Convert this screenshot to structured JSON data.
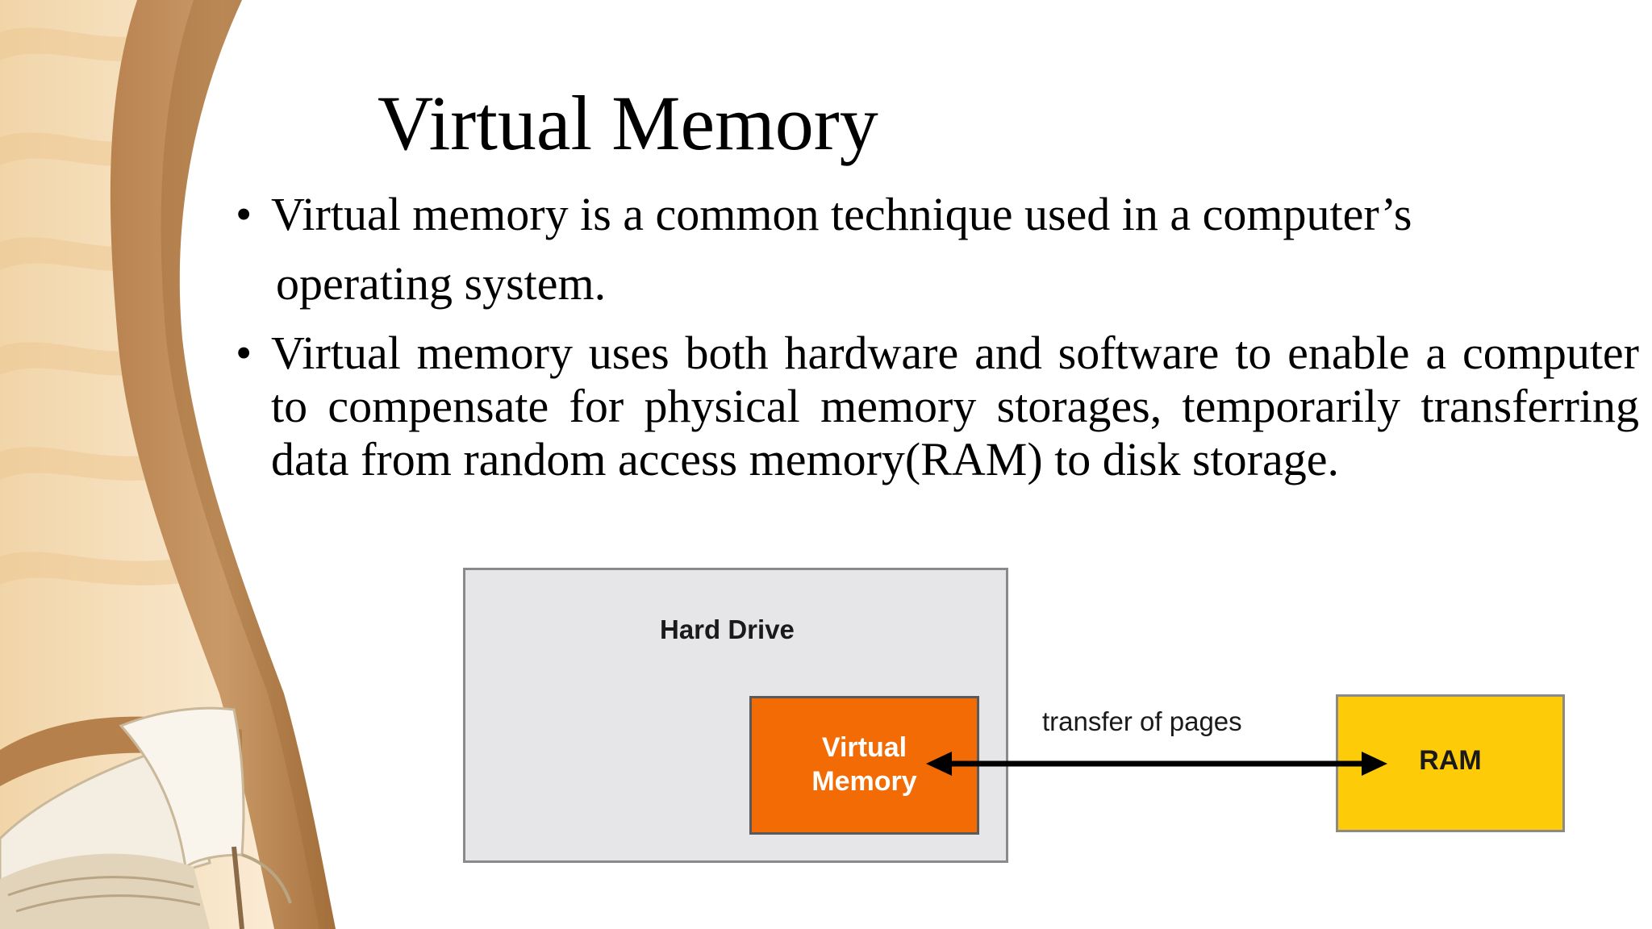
{
  "slide": {
    "title": "Virtual Memory",
    "bullets": [
      {
        "line1": "Virtual memory is a common technique used in a computer’s",
        "line2": "operating system."
      },
      {
        "text": "Virtual memory uses both hardware and software to enable a computer to compensate for physical memory storages, temporarily transferring data from random access memory(RAM) to disk storage."
      }
    ],
    "bullet_symbol": "•"
  },
  "diagram": {
    "hard_drive_label": "Hard Drive",
    "virtual_memory_label": "Virtual\nMemory",
    "ram_label": "RAM",
    "transfer_label": "transfer of pages",
    "colors": {
      "hard_drive_fill": "#e6e5e7",
      "virtual_memory_fill": "#f26b04",
      "ram_fill": "#fdcb08",
      "arrow": "#000000"
    }
  },
  "background": {
    "decoration": "book-and-wood-stripe-icon",
    "colors": {
      "wood": "#c08c5a",
      "light_wood": "#f3ddb8",
      "cream": "#fbeed8"
    }
  }
}
